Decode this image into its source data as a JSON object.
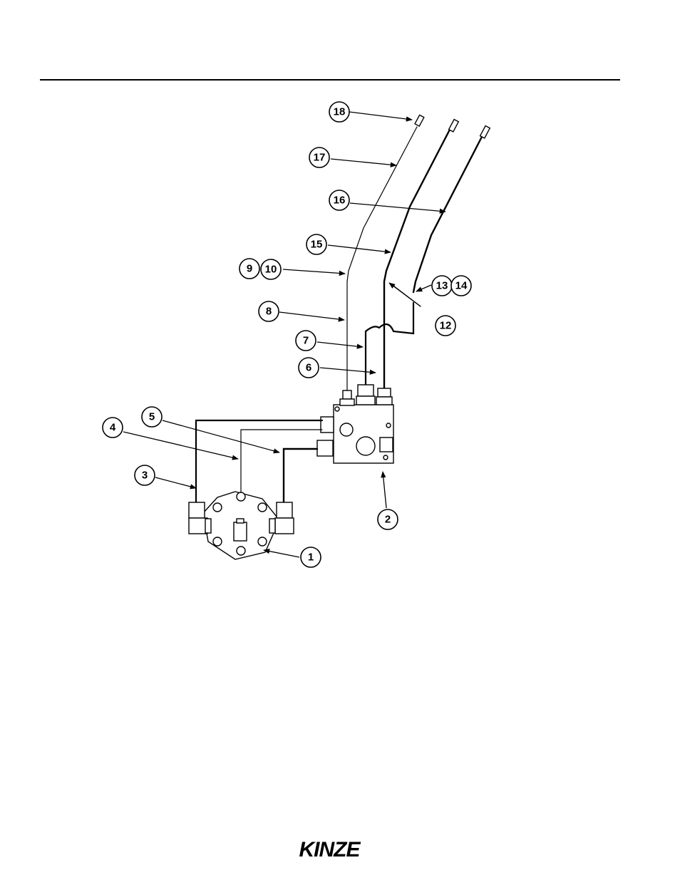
{
  "callouts": [
    {
      "id": "c1",
      "label": "1"
    },
    {
      "id": "c2",
      "label": "2"
    },
    {
      "id": "c3",
      "label": "3"
    },
    {
      "id": "c4",
      "label": "4"
    },
    {
      "id": "c5",
      "label": "5"
    },
    {
      "id": "c6",
      "label": "6"
    },
    {
      "id": "c7",
      "label": "7"
    },
    {
      "id": "c8",
      "label": "8"
    },
    {
      "id": "c9",
      "label": "9"
    },
    {
      "id": "c10",
      "label": "10"
    },
    {
      "id": "c12",
      "label": "12"
    },
    {
      "id": "c13",
      "label": "13"
    },
    {
      "id": "c14",
      "label": "14"
    },
    {
      "id": "c15",
      "label": "15"
    },
    {
      "id": "c16",
      "label": "16"
    },
    {
      "id": "c17",
      "label": "17"
    },
    {
      "id": "c18",
      "label": "18"
    }
  ],
  "logo": {
    "text": "KINZE"
  }
}
